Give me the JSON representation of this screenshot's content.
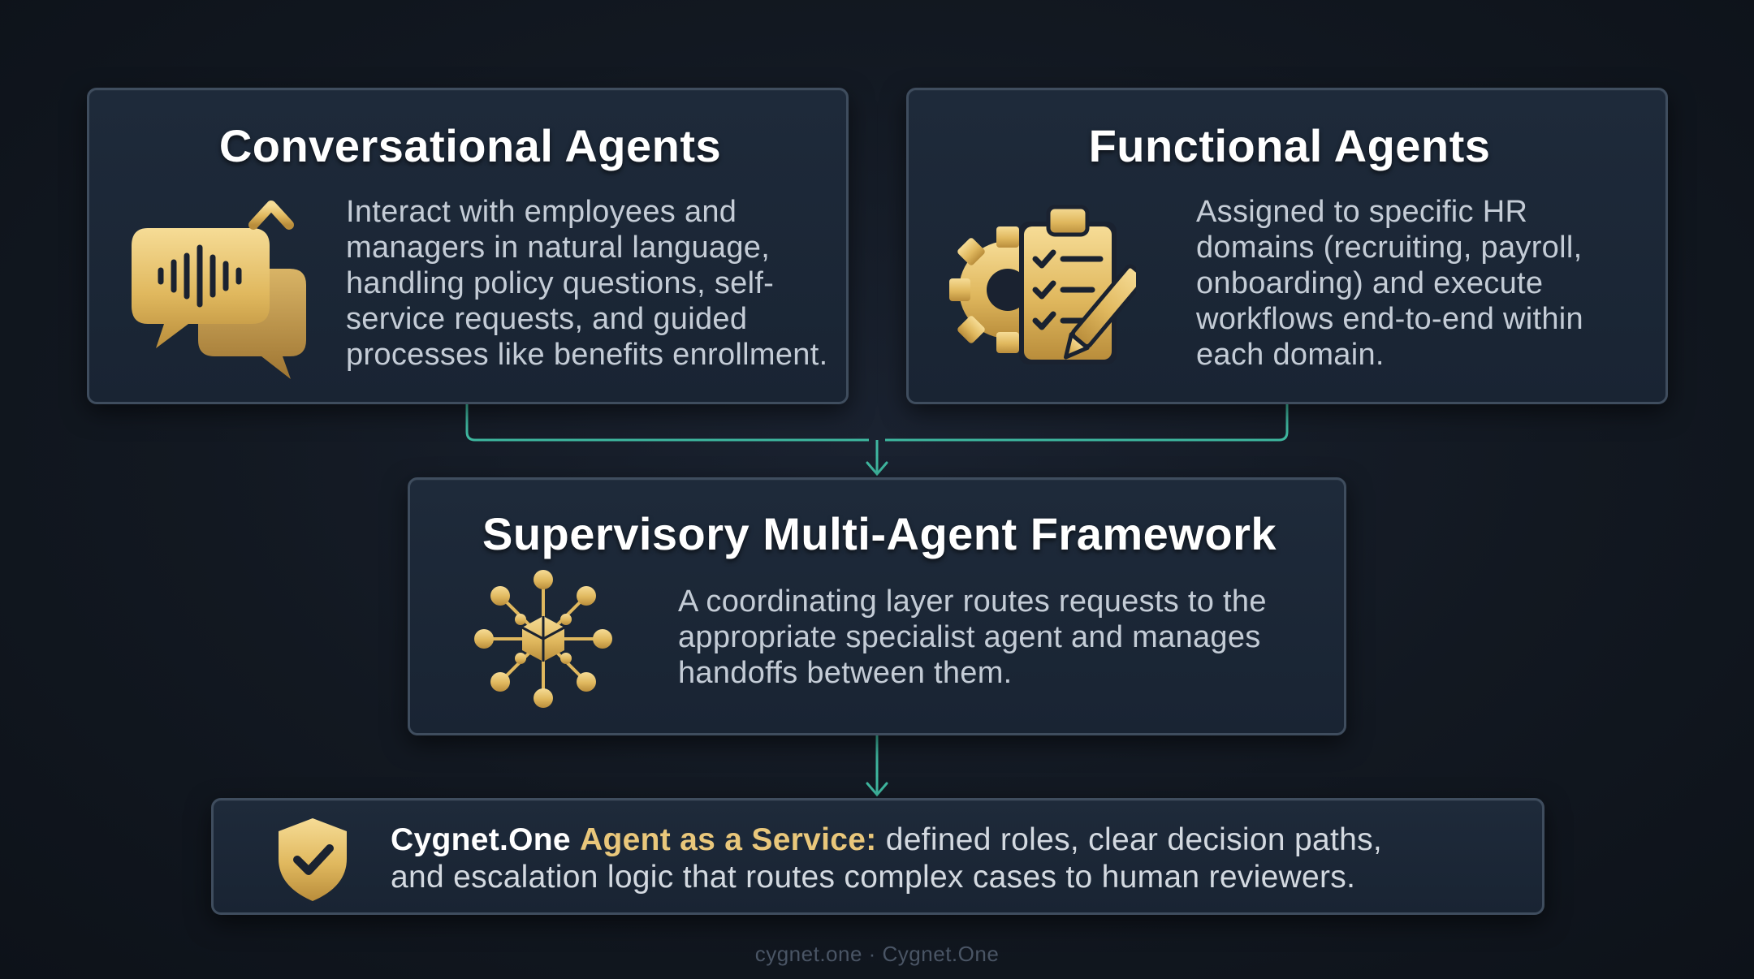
{
  "cards": {
    "conversational": {
      "title": "Conversational Agents",
      "description": "Interact with employees and\nmanagers in natural language,\nhandling policy questions, self-\nservice requests, and guided\nprocesses like benefits enrollment.",
      "icon": "chat-voice-icon"
    },
    "functional": {
      "title": "Functional Agents",
      "description": "Assigned to specific HR\ndomains (recruiting, payroll,\nonboarding) and execute\nworkflows end-to-end within\neach domain.",
      "icon": "gear-checklist-icon"
    },
    "supervisory": {
      "title": "Supervisory Multi-Agent Framework",
      "description": "A coordinating layer routes requests to the\nappropriate specialist agent and manages\nhandoffs between them.",
      "icon": "network-hub-icon"
    },
    "service": {
      "brand": "Cygnet.One",
      "accent": "Agent as a Service:",
      "text": " defined roles, clear decision paths,\nand escalation logic that routes complex cases to human reviewers.",
      "icon": "shield-check-icon"
    }
  },
  "footer": "cygnet.one · Cygnet.One",
  "colors": {
    "background": "#121821",
    "card": "#1e2a3a",
    "card_border": "#3f4d5e",
    "gold": "#e0b85e",
    "accent_text": "#e9c77b",
    "connector": "#3fb8a0"
  }
}
